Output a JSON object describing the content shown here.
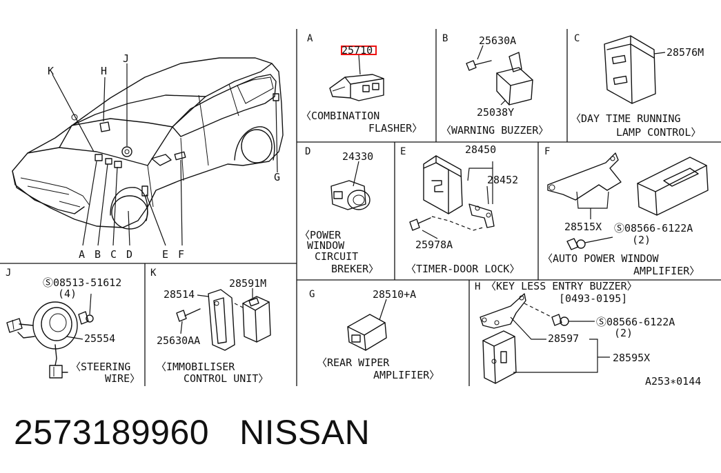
{
  "car_callouts": [
    "K",
    "H",
    "J",
    "A",
    "B",
    "C",
    "D",
    "E",
    "F",
    "G"
  ],
  "sections": {
    "A": {
      "letter": "A",
      "part": "25710",
      "caption1": "〈COMBINATION",
      "caption2": "FLASHER〉"
    },
    "B": {
      "letter": "B",
      "part_top": "25630A",
      "part_bottom": "25038Y",
      "caption": "〈WARNING BUZZER〉"
    },
    "C": {
      "letter": "C",
      "part": "28576M",
      "caption1": "〈DAY TIME RUNNING",
      "caption2": "LAMP CONTROL〉"
    },
    "D": {
      "letter": "D",
      "part": "24330",
      "caption1": "〈POWER",
      "caption2": "WINDOW",
      "caption3": "CIRCUIT",
      "caption4": "BREKER〉"
    },
    "E": {
      "letter": "E",
      "part_a": "28450",
      "part_b": "28452",
      "part_c": "25978A",
      "caption": "〈TIMER-DOOR LOCK〉"
    },
    "F": {
      "letter": "F",
      "part_a": "28515X",
      "part_b": "Ⓢ08566-6122A",
      "part_b_qty": "(2)",
      "caption1": "〈AUTO POWER WINDOW",
      "caption2": "AMPLIFIER〉"
    },
    "G": {
      "letter": "G",
      "part": "28510+A",
      "caption1": "〈REAR WIPER",
      "caption2": "AMPLIFIER〉"
    },
    "H": {
      "letter": "H",
      "title": "〈KEY LESS ENTRY BUZZER〉",
      "date_range": "[0493-0195]",
      "part_a": "Ⓢ08566-6122A",
      "part_a_qty": "(2)",
      "part_b": "28597",
      "part_c": "28595X"
    },
    "J": {
      "letter": "J",
      "part_a": "Ⓢ08513-51612",
      "part_a_qty": "(4)",
      "part_b": "25554",
      "caption1": "〈STEERING",
      "caption2": "WIRE〉"
    },
    "K": {
      "letter": "K",
      "part_a": "28514",
      "part_b": "28591M",
      "part_c": "25630AA",
      "caption1": "〈IMMOBILISER",
      "caption2": "CONTROL UNIT〉"
    }
  },
  "drawing_code": "A253∗0144",
  "footer": {
    "part_number": "2573189960",
    "brand": "NISSAN"
  }
}
